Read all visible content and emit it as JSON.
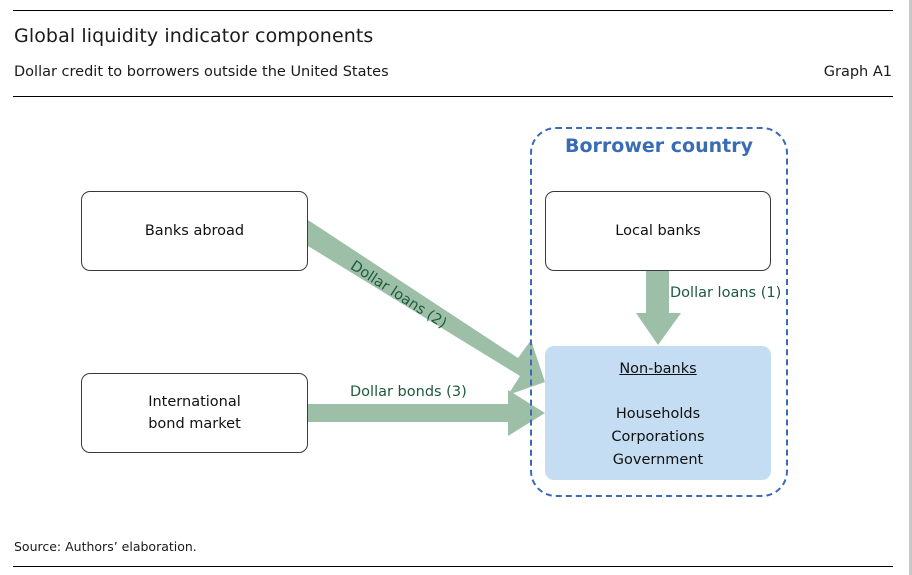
{
  "header": {
    "title": "Global liquidity indicator components",
    "subtitle": "Dollar credit to borrowers outside the United States",
    "graph_id": "Graph A1"
  },
  "diagram": {
    "nodes": {
      "banks_abroad": "Banks abroad",
      "intl_bond_line1": "International",
      "intl_bond_line2": "bond market",
      "local_banks": "Local banks",
      "borrower_country": "Borrower country",
      "nonbanks_title": "Non-banks",
      "nonbanks_items": [
        "Households",
        "Corporations",
        "Government"
      ]
    },
    "edges": {
      "loans_2": "Dollar loans (2)",
      "loans_1": "Dollar loans (1)",
      "bonds_3": "Dollar bonds (3)"
    },
    "colors": {
      "arrow": "#9dbfa8",
      "arrow_label": "#1d5a3c",
      "borrower_border": "#3a6cb5",
      "nonbanks_fill": "#c4ddf2"
    }
  },
  "footer": {
    "source": "Source: Authors’ elaboration."
  }
}
